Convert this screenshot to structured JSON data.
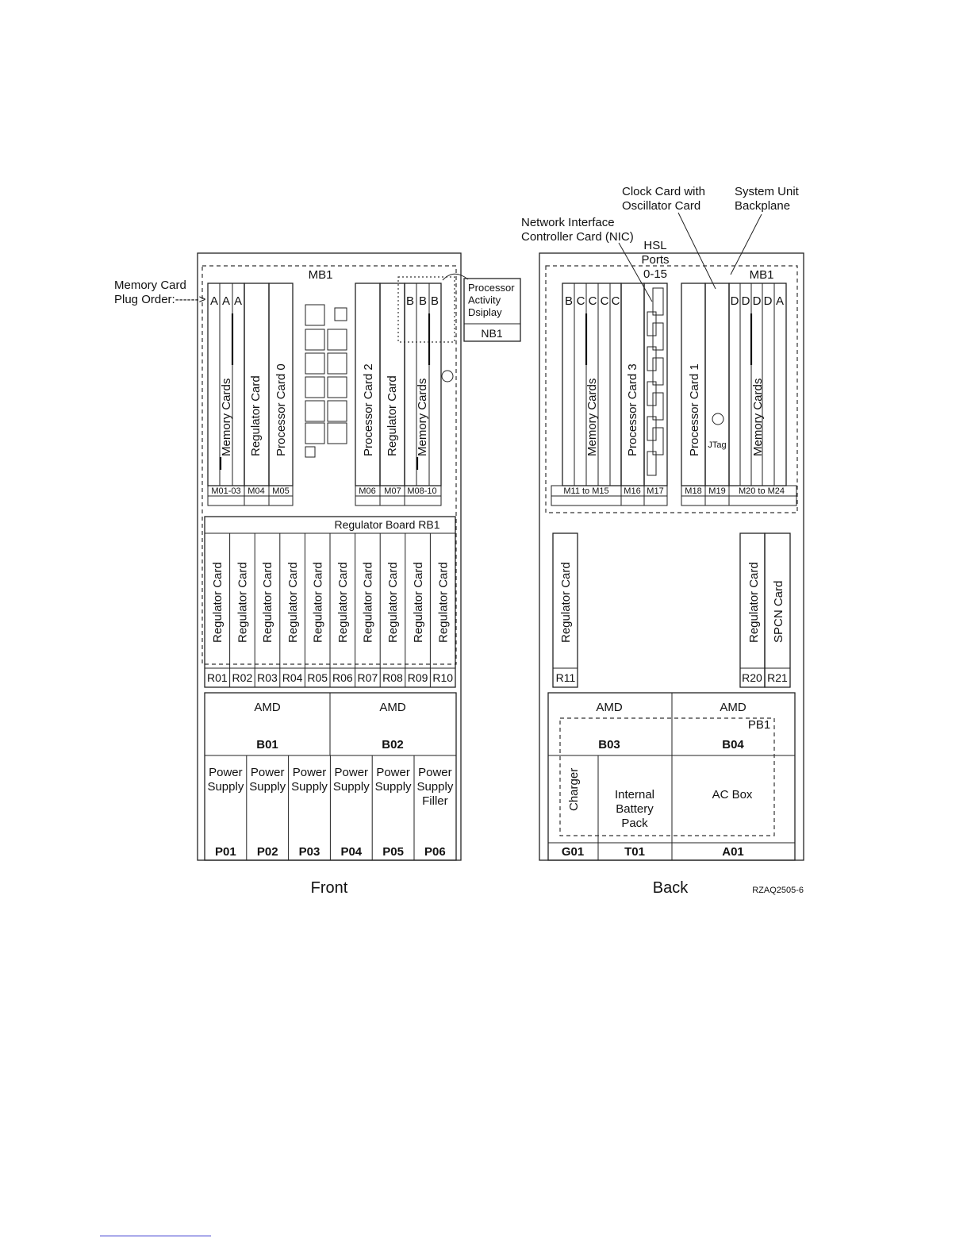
{
  "front": {
    "caption": "Front",
    "mb1": "MB1",
    "memory_plug_order": "Memory Card\nPlug Order:------>",
    "plug_letters_left": [
      "A",
      "A",
      "A"
    ],
    "plug_letters_right": [
      "B",
      "B",
      "B"
    ],
    "slot_labels": {
      "memory_left": "Memory Cards",
      "regulator_left": "Regulator Card",
      "processor_0": "Processor Card 0",
      "processor_2": "Processor Card 2",
      "regulator_right": "Regulator Card",
      "memory_right": "Memory Cards"
    },
    "slot_ids": [
      "M01-03",
      "M04",
      "M05",
      "M06",
      "M07",
      "M08-10"
    ],
    "nb1_text": "Processor\nActivity\nDsiplay",
    "nb1": "NB1",
    "regulator_board": "Regulator Board RB1",
    "regulator_cards": [
      "Regulator Card",
      "Regulator Card",
      "Regulator Card",
      "Regulator Card",
      "Regulator Card",
      "Regulator Card",
      "Regulator Card",
      "Regulator Card",
      "Regulator Card",
      "Regulator Card"
    ],
    "regulator_ids": [
      "R01",
      "R02",
      "R03",
      "R04",
      "R05",
      "R06",
      "R07",
      "R08",
      "R09",
      "R10"
    ],
    "amd": [
      {
        "label": "AMD",
        "id": "B01"
      },
      {
        "label": "AMD",
        "id": "B02"
      }
    ],
    "power_supplies": [
      {
        "label": "Power\nSupply",
        "id": "P01"
      },
      {
        "label": "Power\nSupply",
        "id": "P02"
      },
      {
        "label": "Power\nSupply",
        "id": "P03"
      },
      {
        "label": "Power\nSupply",
        "id": "P04"
      },
      {
        "label": "Power\nSupply",
        "id": "P05"
      },
      {
        "label": "Power\nSupply\nFiller",
        "id": "P06"
      }
    ]
  },
  "back": {
    "caption": "Back",
    "figure_id": "RZAQ2505-6",
    "mb1": "MB1",
    "callouts": {
      "clock": "Clock Card with\nOscillator Card",
      "backplane": "System Unit\nBackplane",
      "nic": "Network Interface\nController Card (NIC)",
      "hsl": "HSL\nPorts\n0-15"
    },
    "plug_letters_left": [
      "B",
      "C",
      "C",
      "C",
      "C"
    ],
    "plug_letters_right": [
      "D",
      "D",
      "D",
      "D",
      "A"
    ],
    "slot_labels": {
      "memory_left": "Memory Cards",
      "processor_3": "Processor Card 3",
      "processor_1": "Processor Card 1",
      "jtag": "JTag",
      "memory_right": "Memory Cards"
    },
    "slot_ids": [
      "M11 to M15",
      "M16",
      "M17",
      "M18",
      "M19",
      "M20 to M24"
    ],
    "regulator_left": {
      "label": "Regulator Card",
      "id": "R11"
    },
    "regulator_right": {
      "label": "Regulator Card",
      "id": "R20"
    },
    "spcn": {
      "label": "SPCN Card",
      "id": "R21"
    },
    "amd": [
      {
        "label": "AMD",
        "id": "B03"
      },
      {
        "label": "AMD",
        "id": "B04"
      }
    ],
    "pb1": "PB1",
    "charger": {
      "label": "Charger",
      "id": "G01"
    },
    "battery": {
      "label": "Internal\nBattery\nPack",
      "id": "T01"
    },
    "acbox": {
      "label": "AC Box",
      "id": "A01"
    }
  }
}
